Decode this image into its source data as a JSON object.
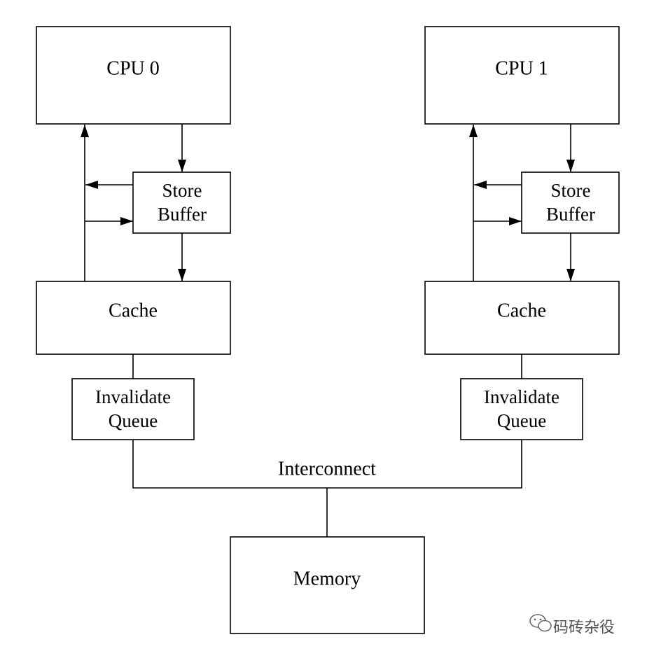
{
  "diagram": {
    "cpu0": {
      "label": "CPU 0"
    },
    "cpu1": {
      "label": "CPU 1"
    },
    "store_buffer_0": {
      "line1": "Store",
      "line2": "Buffer"
    },
    "store_buffer_1": {
      "line1": "Store",
      "line2": "Buffer"
    },
    "cache_0": {
      "label": "Cache"
    },
    "cache_1": {
      "label": "Cache"
    },
    "invalidate_queue_0": {
      "line1": "Invalidate",
      "line2": "Queue"
    },
    "invalidate_queue_1": {
      "line1": "Invalidate",
      "line2": "Queue"
    },
    "interconnect": {
      "label": "Interconnect"
    },
    "memory": {
      "label": "Memory"
    }
  },
  "watermark": {
    "text": "码砖杂役",
    "icon": "wechat-icon"
  }
}
